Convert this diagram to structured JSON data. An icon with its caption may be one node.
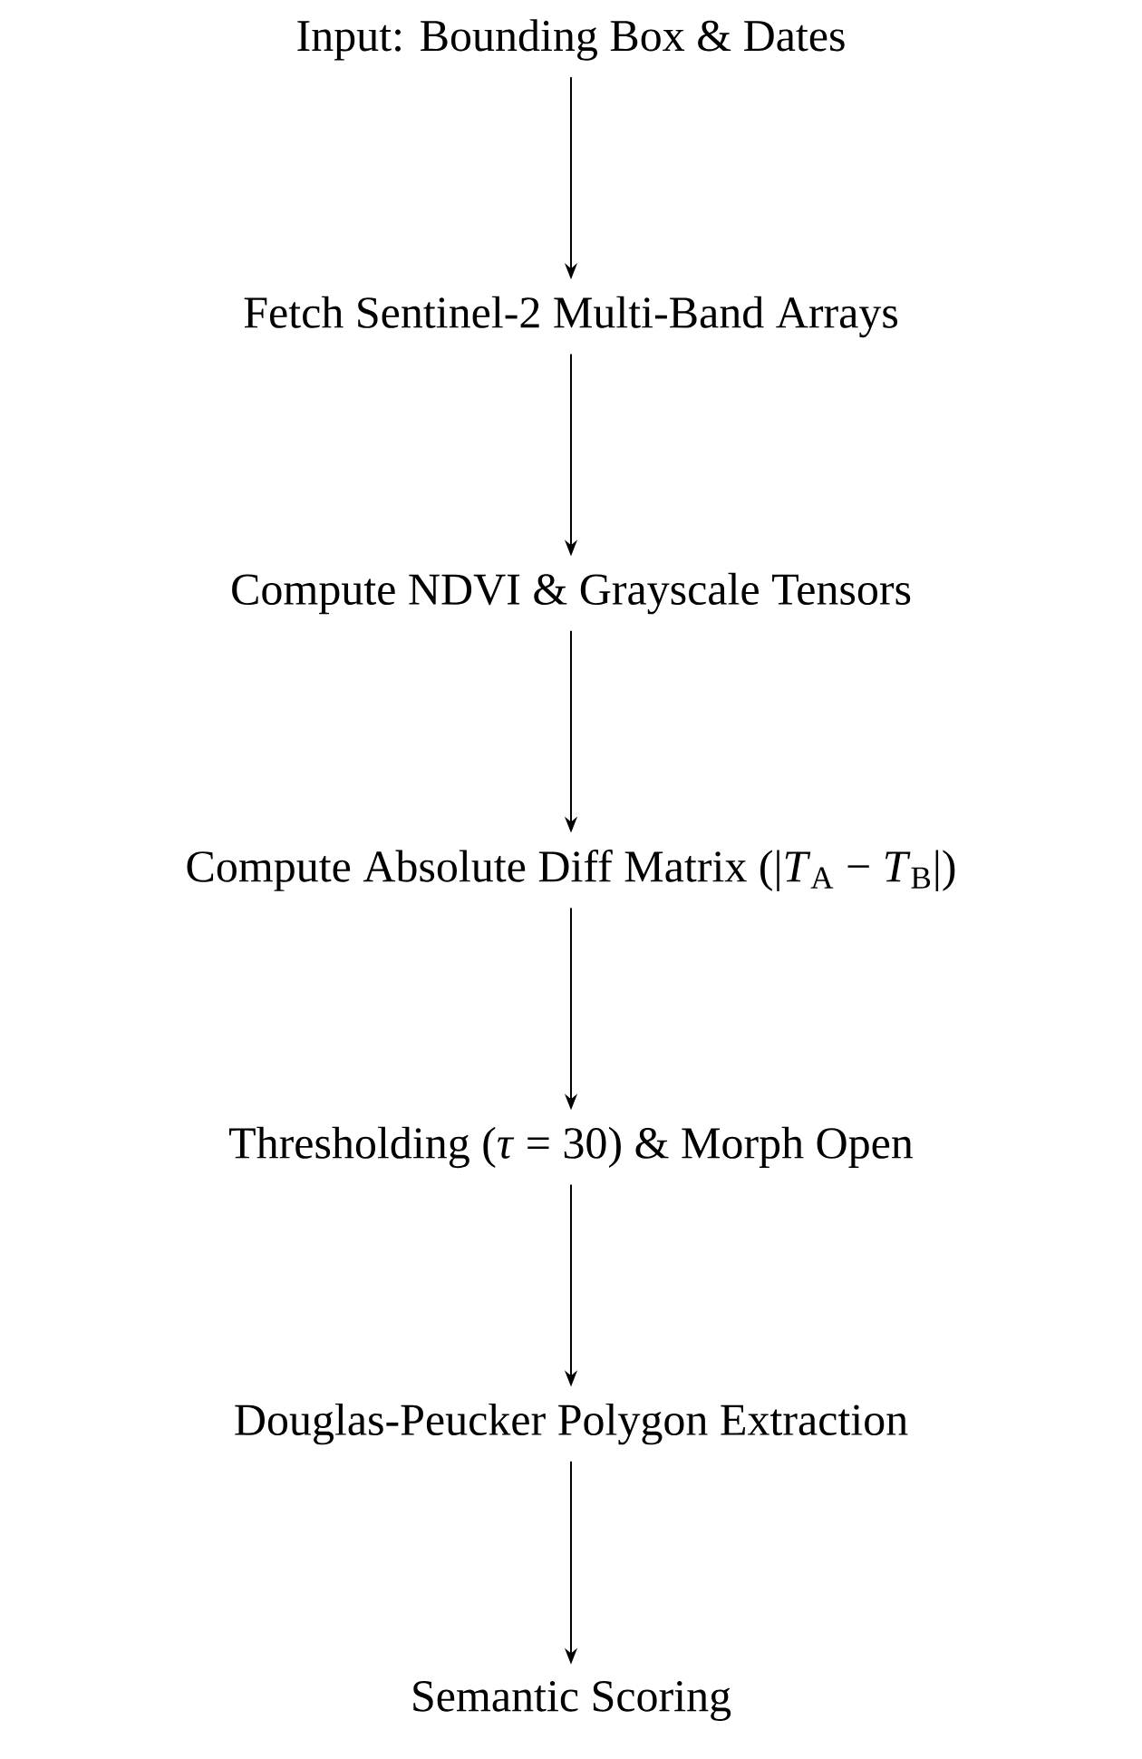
{
  "diagram": {
    "nodes": [
      {
        "text": [
          "Input: Bounding Box & Dates"
        ]
      },
      {
        "text": [
          "Fetch Sentinel-2 Multi-Band Arrays"
        ]
      },
      {
        "text": [
          "Compute NDVI & Grayscale Tensors"
        ]
      },
      {
        "text": [
          "Compute Absolute Diff Matrix (|*T*$_{A}$ − *T*$_{B}$|)"
        ]
      },
      {
        "text": [
          "Thresholding (*τ* = 30) & Morph Open"
        ]
      },
      {
        "text": [
          "Douglas-Peucker Polygon Extraction"
        ]
      },
      {
        "text": [
          "Semantic Scoring"
        ]
      }
    ],
    "edges": [
      {
        "from": 0,
        "to": 1,
        "arrow": "to"
      },
      {
        "from": 1,
        "to": 2,
        "arrow": "to"
      },
      {
        "from": 2,
        "to": 3,
        "arrow": "to"
      },
      {
        "from": 3,
        "to": 4,
        "arrow": "to"
      },
      {
        "from": 4,
        "to": 5,
        "arrow": "to"
      },
      {
        "from": 5,
        "to": 6,
        "arrow": "to"
      }
    ]
  }
}
